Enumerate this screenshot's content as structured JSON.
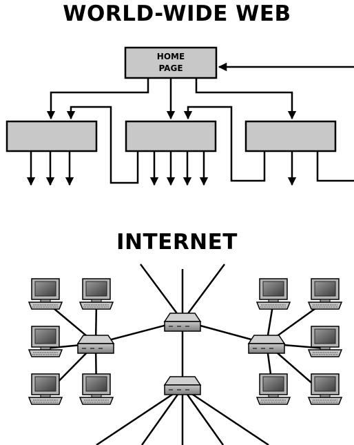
{
  "www": {
    "title": "WORLD-WIDE WEB",
    "home_line1": "HOME",
    "home_line2": "PAGE"
  },
  "internet": {
    "title": "INTERNET"
  },
  "colors": {
    "box_fill": "#c8c8c8",
    "stroke": "#000000",
    "monitor_screen": "#6e6e6e",
    "device_body": "#a9a9a9"
  }
}
